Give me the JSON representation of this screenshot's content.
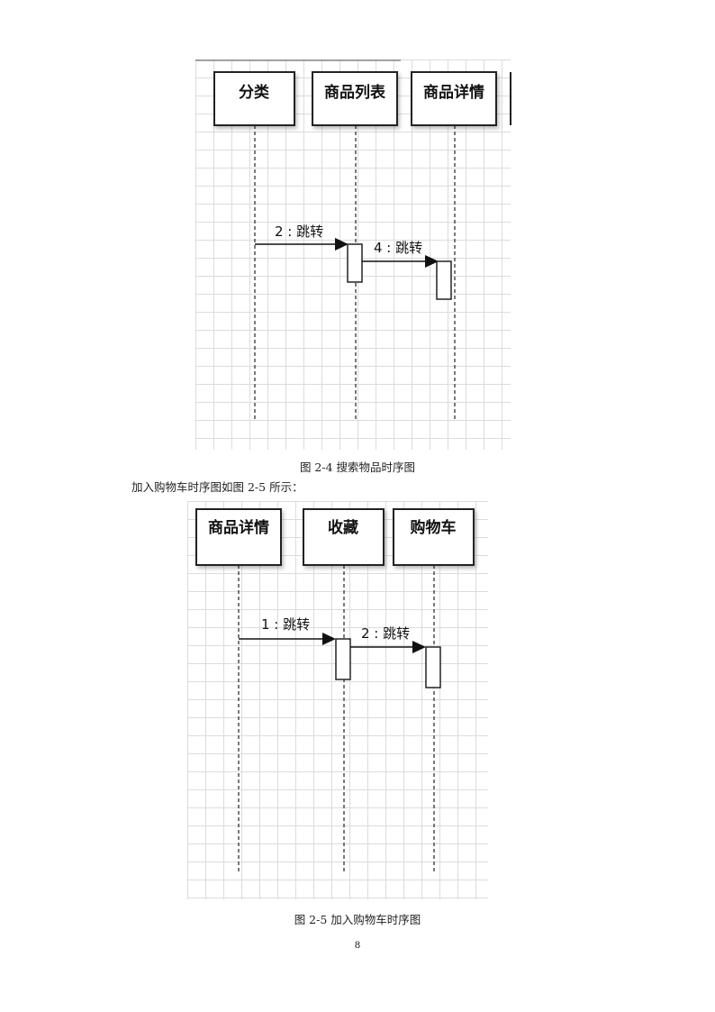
{
  "figure1": {
    "objects": [
      "分类",
      "商品列表",
      "商品详情"
    ],
    "messages": [
      "2 : 跳转",
      "4 : 跳转"
    ],
    "caption": "图 2-4  搜索物品时序图"
  },
  "paragraph": "加入购物车时序图如图 2-5 所示：",
  "figure2": {
    "objects": [
      "商品详情",
      "收藏",
      "购物车"
    ],
    "messages": [
      "1 : 跳转",
      "2 : 跳转"
    ],
    "caption": "图 2-5  加入购物车时序图"
  },
  "page_number": "8"
}
